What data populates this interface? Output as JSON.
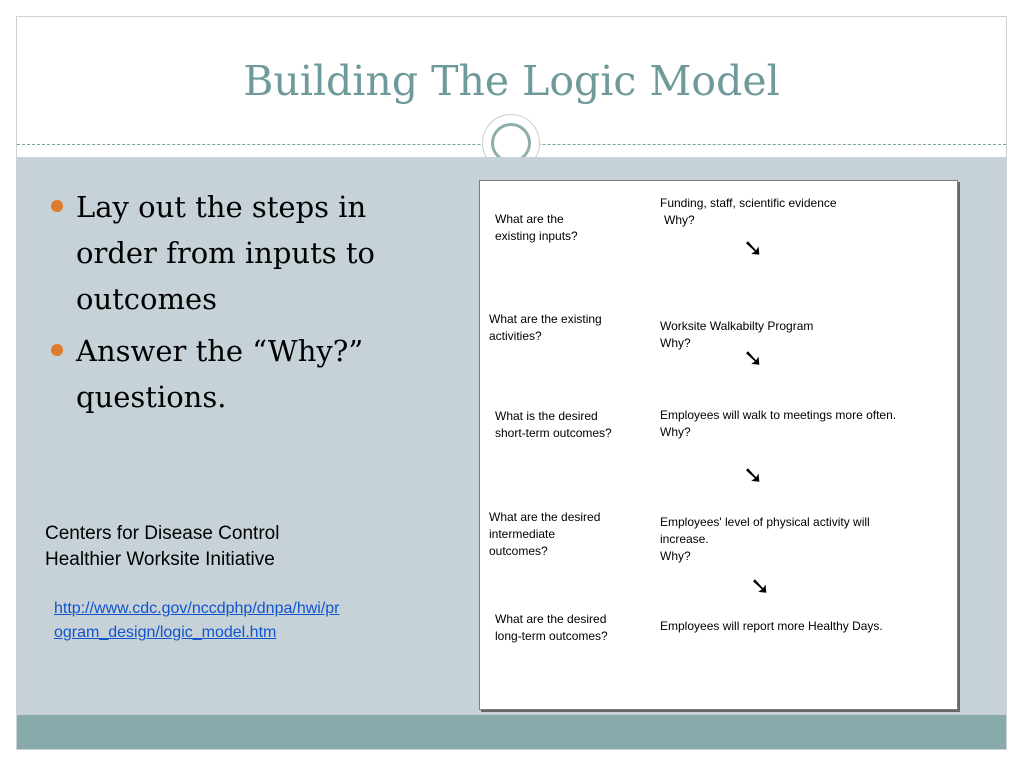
{
  "slide": {
    "title": "Building The Logic Model",
    "bullets": [
      "Lay out the steps in order from inputs to outcomes",
      "Answer the “Why?” questions."
    ],
    "source_lines": [
      "Centers for Disease Control",
      "Healthier Worksite Initiative"
    ],
    "link": "http://www.cdc.gov/nccdphp/dnpa/hwi/program_design/logic_model.htm"
  },
  "diagram": {
    "rows": [
      {
        "question": [
          "What are the",
          "existing inputs?"
        ],
        "answer": [
          "Funding, staff, scientific evidence",
          "Why?"
        ]
      },
      {
        "question": [
          "What are the existing",
          "activities?"
        ],
        "answer": [
          "Worksite Walkabilty Program",
          "Why?"
        ]
      },
      {
        "question": [
          "What is the desired",
          "short-term outcomes?"
        ],
        "answer": [
          "Employees will walk to meetings more often.",
          "Why?"
        ]
      },
      {
        "question": [
          "What are the desired",
          "intermediate",
          "outcomes?"
        ],
        "answer": [
          "Employees' level of physical activity will",
          "increase.",
          "Why?"
        ]
      },
      {
        "question": [
          "What are the desired",
          "long-term outcomes?"
        ],
        "answer": [
          "Employees will report more Healthy Days."
        ]
      }
    ],
    "arrow_glyph": "➘"
  },
  "colors": {
    "title": "#6e9a9b",
    "body_background": "#c6d1d8",
    "footer_band": "#88aaab",
    "bullet": "#e07b2a",
    "link": "#1155cc"
  },
  "icons": [
    "circle-ornament-icon",
    "bullet-icon",
    "arrow-down-right-icon"
  ]
}
